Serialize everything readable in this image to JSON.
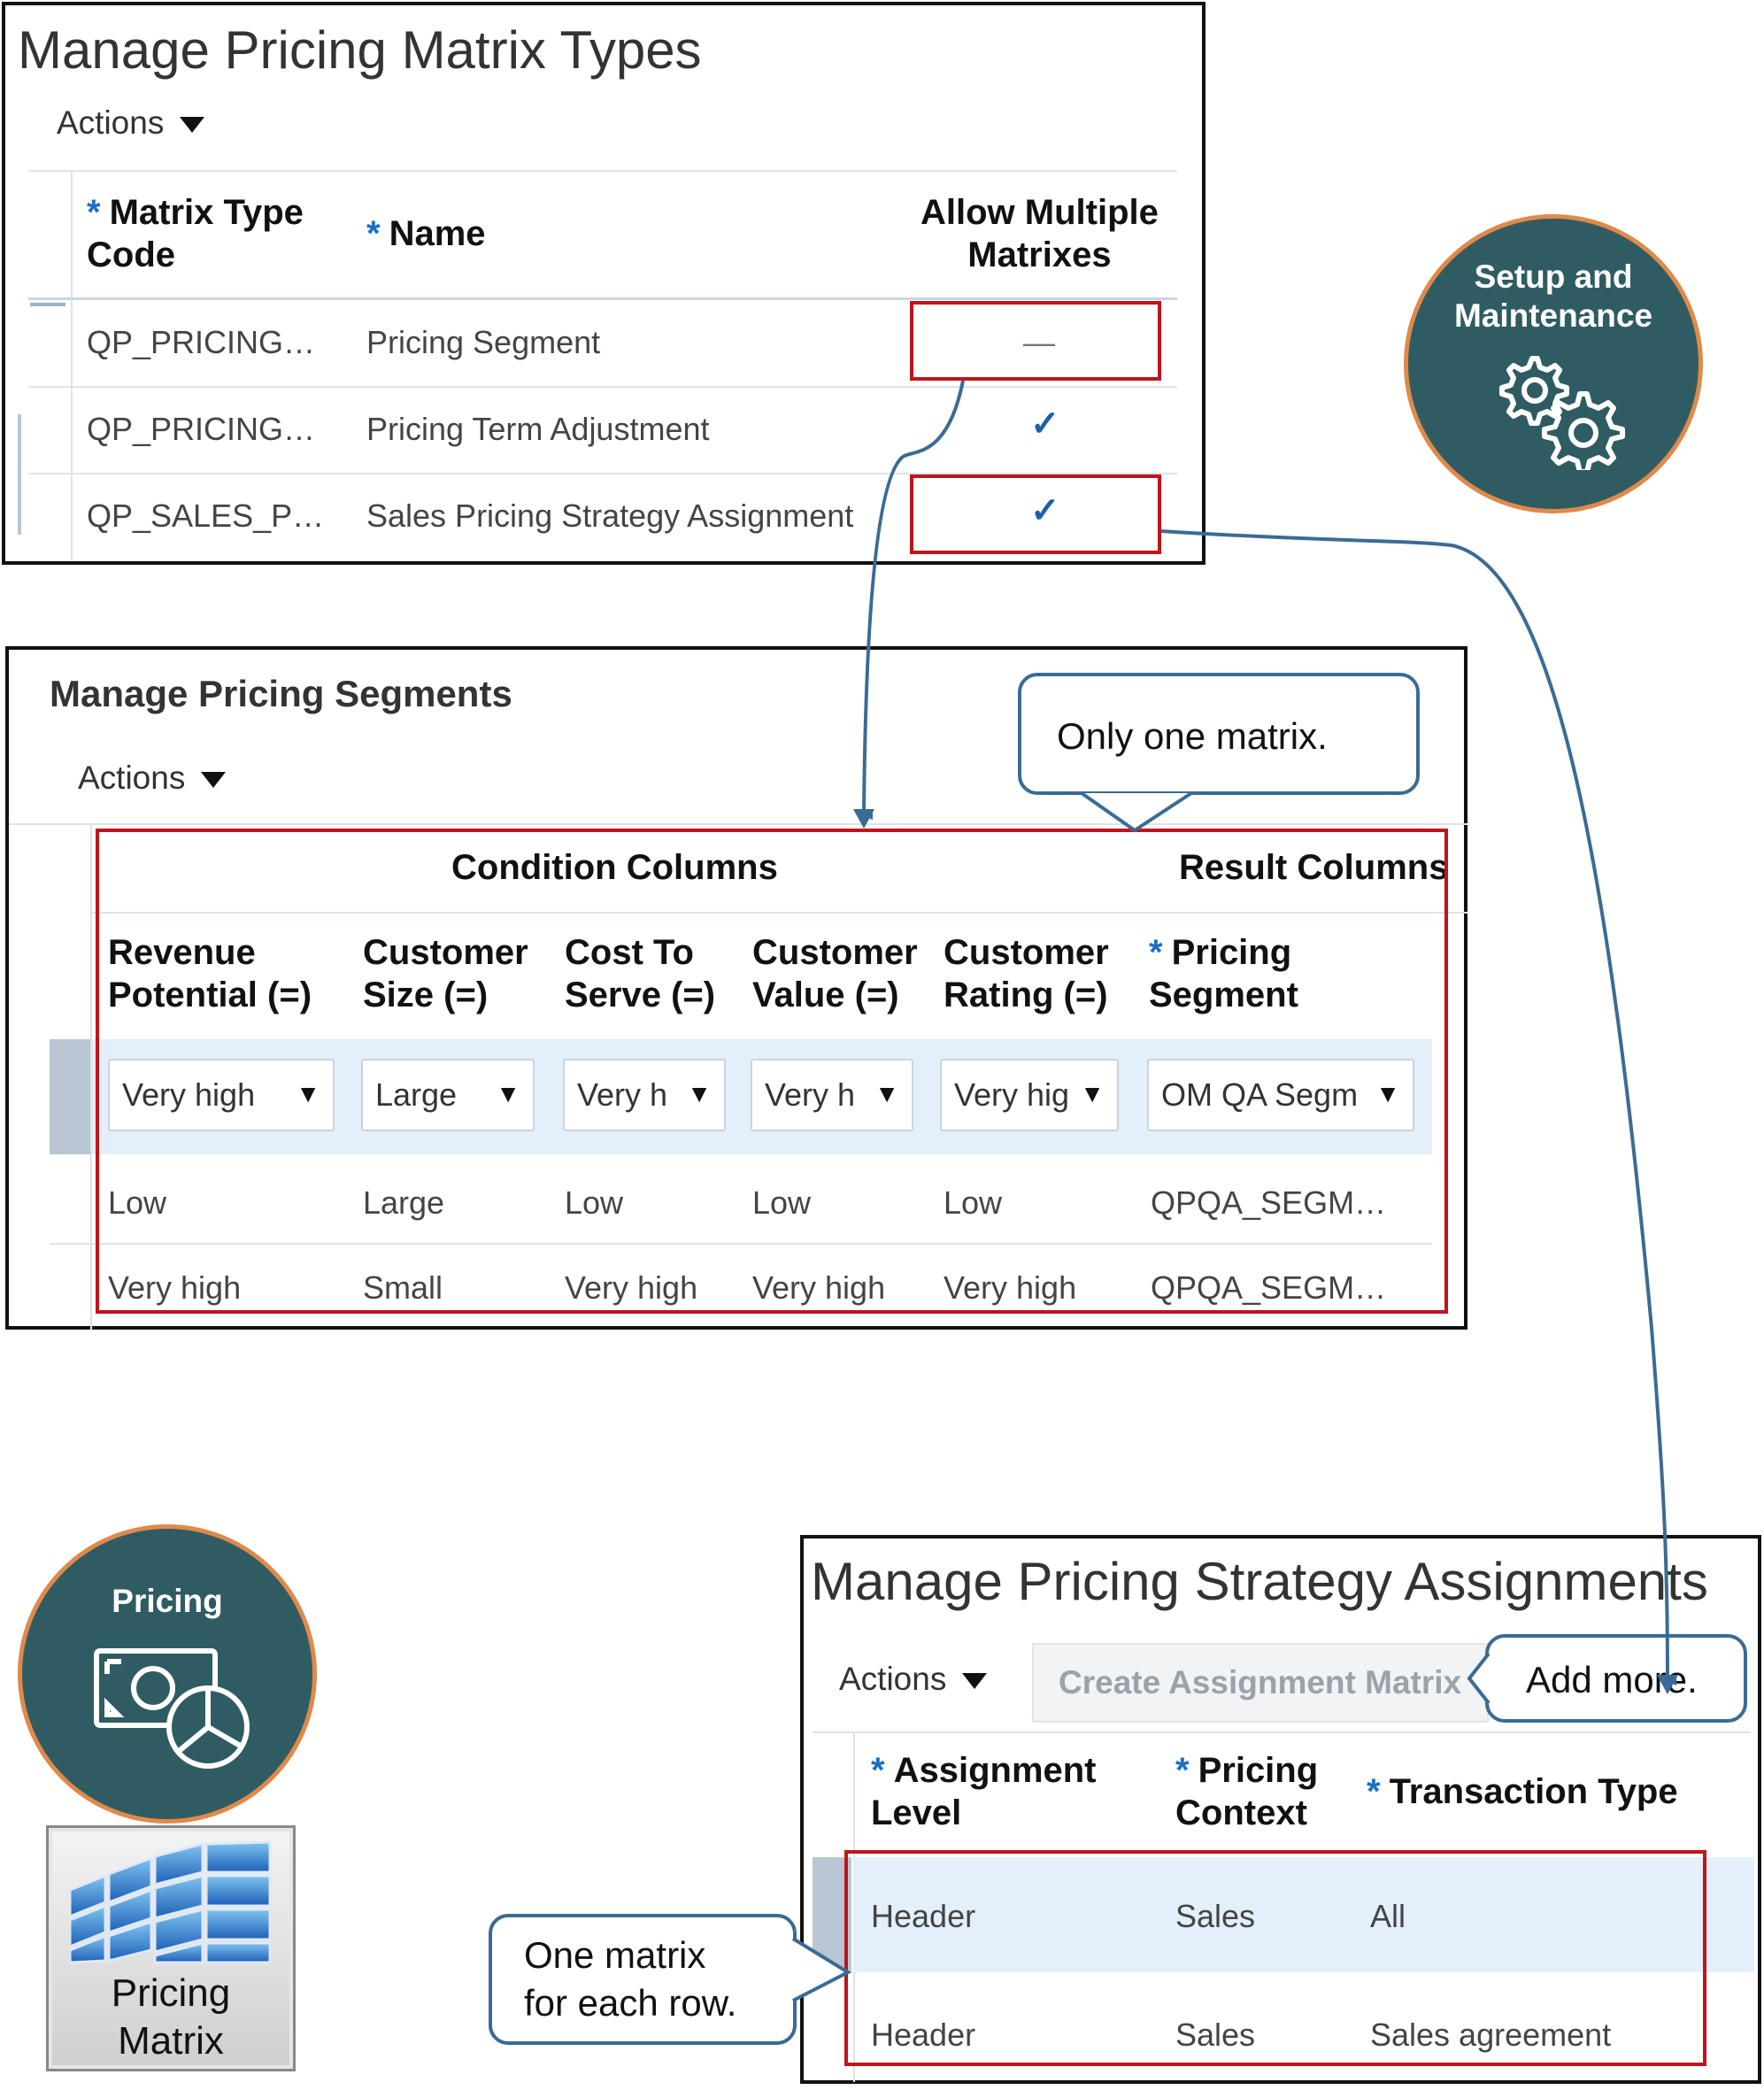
{
  "matrix_types": {
    "title": "Manage Pricing Matrix Types",
    "actions_label": "Actions",
    "columns": {
      "code": "Matrix Type Code",
      "code_line1": "Matrix Type",
      "code_line2": "Code",
      "name": "Name",
      "allow_line1": "Allow Multiple",
      "allow_line2": "Matrixes"
    },
    "rows": [
      {
        "code": "QP_PRICING…",
        "name": "Pricing Segment",
        "allow": "—"
      },
      {
        "code": "QP_PRICING…",
        "name": "Pricing Term Adjustment",
        "allow": "✓"
      },
      {
        "code": "QP_SALES_P…",
        "name": "Sales Pricing Strategy Assignment",
        "allow": "✓"
      }
    ]
  },
  "setup_badge": {
    "line1": "Setup and",
    "line2": "Maintenance",
    "icon": "gear-icon",
    "color": "#2f5c62",
    "ring": "#e0894a"
  },
  "segments": {
    "title": "Manage Pricing Segments",
    "actions_label": "Actions",
    "group_condition": "Condition Columns",
    "group_result": "Result Columns",
    "columns": [
      {
        "l1": "Revenue",
        "l2": "Potential (=)"
      },
      {
        "l1": "Customer",
        "l2": "Size (=)"
      },
      {
        "l1": "Cost To",
        "l2": "Serve (=)"
      },
      {
        "l1": "Customer",
        "l2": "Value (=)"
      },
      {
        "l1": "Customer",
        "l2": "Rating (=)"
      },
      {
        "l1": "Pricing",
        "l2": "Segment"
      }
    ],
    "edit_row": [
      "Very high",
      "Large",
      "Very h",
      "Very h",
      "Very hig",
      "OM QA Segm"
    ],
    "rows": [
      [
        "Low",
        "Large",
        "Low",
        "Low",
        "Low",
        "QPQA_SEGM…"
      ],
      [
        "Very high",
        "Small",
        "Very high",
        "Very high",
        "Very high",
        "QPQA_SEGM…"
      ]
    ]
  },
  "callouts": {
    "only_one": "Only one matrix.",
    "add_more": "Add more.",
    "one_each_l1": "One matrix",
    "one_each_l2": "for each row."
  },
  "assignments": {
    "title": "Manage Pricing Strategy Assignments",
    "actions_label": "Actions",
    "create_button": "Create Assignment Matrix",
    "columns": [
      {
        "l1": "Assignment",
        "l2": "Level"
      },
      {
        "l1": "Pricing",
        "l2": "Context"
      },
      {
        "l1": "Transaction Type",
        "l2": ""
      }
    ],
    "rows": [
      [
        "Header",
        "Sales",
        "All"
      ],
      [
        "Header",
        "Sales",
        "Sales agreement"
      ]
    ]
  },
  "pricing_badge": {
    "label": "Pricing",
    "icon": "money-chart-icon",
    "color": "#2f5c62",
    "ring": "#e0894a"
  },
  "pricing_matrix_tile": {
    "line1": "Pricing",
    "line2": "Matrix",
    "icon": "matrix-grid-icon"
  },
  "colors": {
    "highlight_row": "#e3effa",
    "red_box": "#c0141b",
    "connector": "#3a6b95",
    "required": "#1a6fc4"
  }
}
